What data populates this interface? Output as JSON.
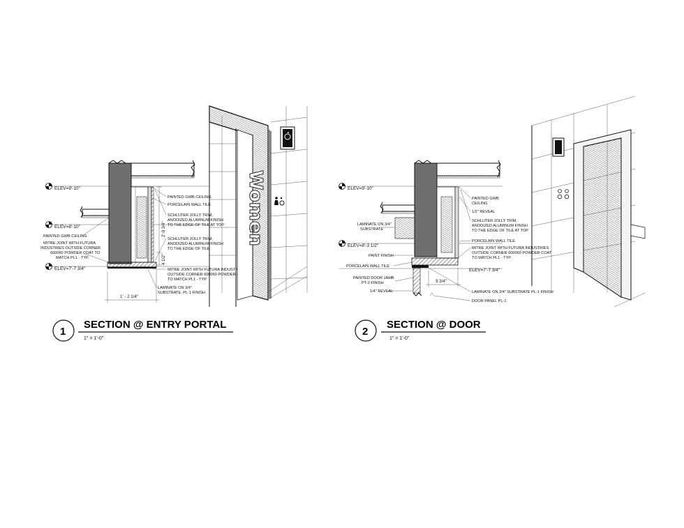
{
  "detail1": {
    "number": "1",
    "title": "SECTION @ ENTRY PORTAL",
    "scale": "1\" = 1'-0\"",
    "elevations": [
      "ELEV=9'-10\"",
      "ELEV=8'-10\"",
      "ELEV=7'-7 3/4\""
    ],
    "notes_left": [
      "PAINTED GWB CEILING",
      "MITRE JOINT WITH FUTURA",
      "INDUSTRIES OUTSIDE CORNER",
      "600060 POWDER COAT TO",
      "MATCH PL1 - TYP."
    ],
    "notes_right": [
      "PAINTED GWB CEILING",
      "PORCELAIN WALL TILE",
      "SCHLUTER JOLLY TRIM,",
      "ANODIZED ALUMINUM FINISH",
      "TO THE EDGE OF TILE AT TOP",
      "SCHLUTER JOLLY TRIM,",
      "ANODIZED ALUMINUM FINISH",
      "TO THE EDGE OF TILE",
      "MITRE JOINT WITH FUTURA INDUSTRIES",
      "OUTSIDE CORNER 600060 POWDER COAT",
      "TO MATCH PL1 - TYP.",
      "LAMINATE ON 3/4\"",
      "SUBSTRATE, PL-1 FINISH"
    ],
    "dimensions": [
      "2'-0 3/4\"",
      "4 1/2\"",
      "1' - 2 1/4\""
    ],
    "sign_text": "Women"
  },
  "detail2": {
    "number": "2",
    "title": "SECTION @ DOOR",
    "scale": "1\" = 1'-0\"",
    "elevations": [
      "ELEV=9'-10\"",
      "ELEV=8'-3 1/2\"",
      "ELEV=7'-7 3/4\""
    ],
    "notes_left": [
      "LAMINATE ON 3/4\"",
      "SUBSTRATE",
      "PAINT FINISH",
      "PORCELAIN WALL TILE",
      "PAINTED DOOR JAMB",
      "PT-2 FINISH",
      "1/4\" REVEAL"
    ],
    "notes_right": [
      "PAINTED GWB",
      "CEILING",
      "1/2\" REVEAL",
      "SCHLUTER JOLLY TRIM,",
      "ANODIZED ALUMINUM FINISH",
      "TO THE EDGE OF TILE AT TOP",
      "PORCELAIN WALL TILE",
      "MITRE JOINT WITH FUTURA INDUSTRIES",
      "OUTSIDE CORNER 600060 POWDER COAT",
      "TO MATCH PL1 - TYP.",
      "LAMINATE ON 3/4\" SUBSTRATE PL-1 FINISH",
      "DOOR PANEL PL-1"
    ],
    "dimensions": [
      "9 3/4\""
    ]
  }
}
